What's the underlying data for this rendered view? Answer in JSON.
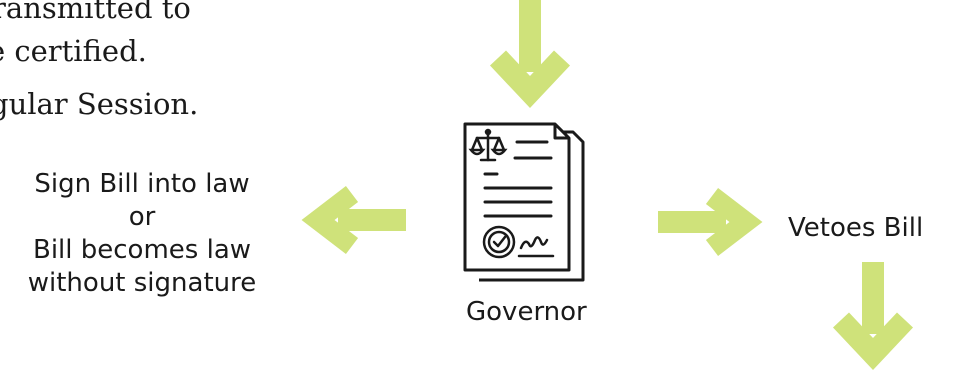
{
  "top_text": {
    "line1": "ransmitted to",
    "line2": "e certified.",
    "line3": "gular Session."
  },
  "left_outcome": {
    "line1": "Sign Bill into law",
    "line2": "or",
    "line3": "Bill becomes law",
    "line4": "without signature"
  },
  "governor_label": "Governor",
  "right_outcome": "Vetoes Bill",
  "colors": {
    "arrow": "#cfe27a",
    "ink": "#1a1a1a",
    "background": "#ffffff"
  },
  "icons": [
    "arrow-down-icon",
    "arrow-left-icon",
    "arrow-right-icon",
    "document-icon",
    "scales-icon",
    "seal-icon",
    "signature-icon"
  ]
}
